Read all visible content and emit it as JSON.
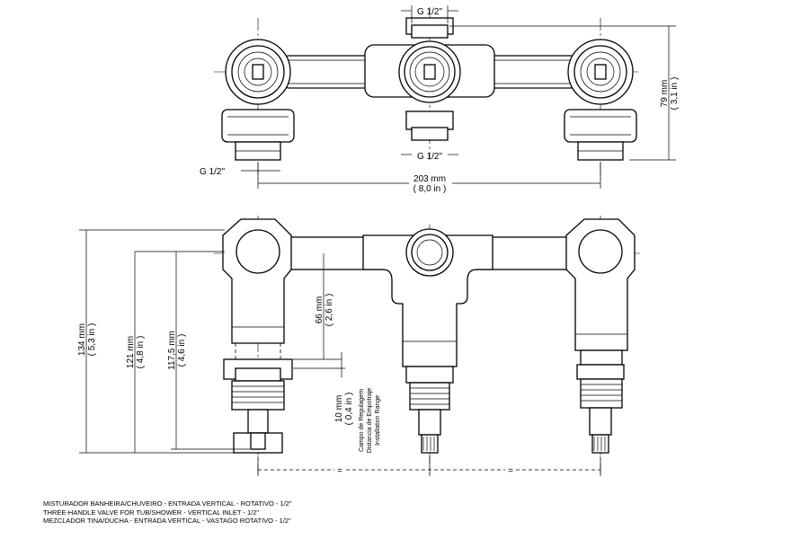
{
  "top_view": {
    "port_top": "G 1/2\"",
    "port_bottom": "G 1/2\"",
    "inlet_left": "G 1/2\"",
    "width_mm": "203 mm",
    "width_in": "( 8,0 in )",
    "height_mm": "79 mm",
    "height_in": "( 3,1 in )"
  },
  "front_view": {
    "dim_134_mm": "134 mm",
    "dim_134_in": "( 5,3 in )",
    "dim_121_mm": "121 mm",
    "dim_121_in": "( 4,8 in )",
    "dim_1175_mm": "117,5 mm",
    "dim_1175_in": "( 4,6 in )",
    "dim_66_mm": "66 mm",
    "dim_66_in": "( 2,6 in )",
    "dim_10_mm": "10 mm",
    "dim_10_in": "( 0,4 in )",
    "range_pt": "Campo de Regulagem",
    "range_es": "Distancia de Empotraje",
    "range_en": "Installation Range",
    "equal_left": "=",
    "equal_right": "="
  },
  "caption": {
    "line_pt": "MISTURADOR BANHEIRA/CHUVEIRO - ENTRADA VERTICAL - ROTATIVO - 1/2\"",
    "line_en": "THREE-HANDLE VALVE FOR TUB/SHOWER - VERTICAL INLET - 1/2\"",
    "line_es": "MEZCLADOR TINA/DUCHA - ENTRADA VERTICAL - VASTAGO ROTATIVO - 1/2\""
  }
}
